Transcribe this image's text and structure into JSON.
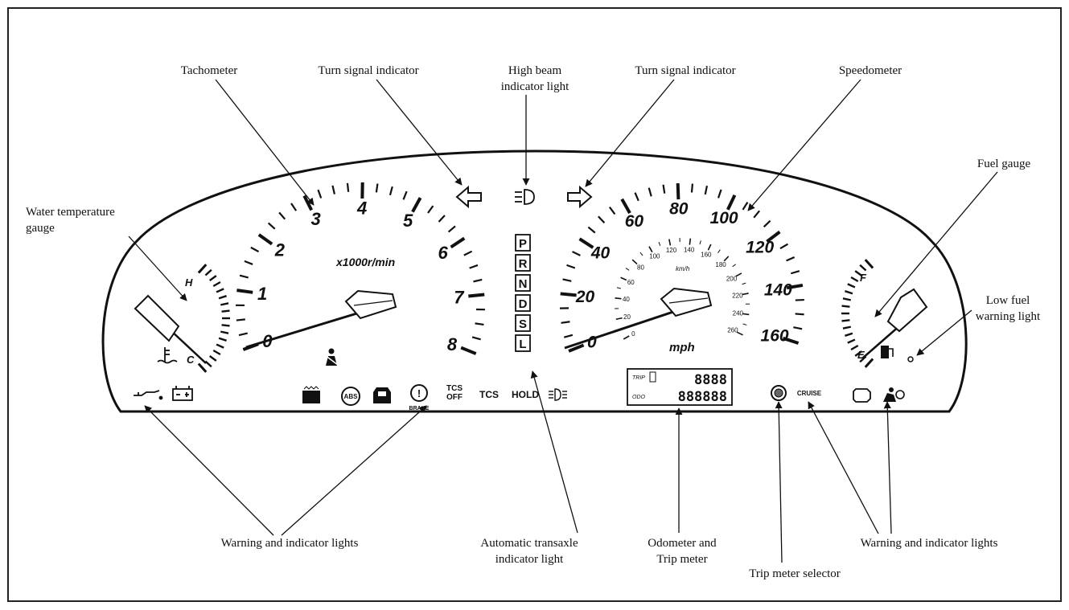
{
  "labels": {
    "tachometer": "Tachometer",
    "turn_left": "Turn signal indicator",
    "high_beam_1": "High beam",
    "high_beam_2": "indicator light",
    "turn_right": "Turn signal indicator",
    "speedometer": "Speedometer",
    "water_temp_1": "Water temperature",
    "water_temp_2": "gauge",
    "fuel_gauge": "Fuel gauge",
    "low_fuel_1": "Low fuel",
    "low_fuel_2": "warning light",
    "warning_left": "Warning and indicator lights",
    "transaxle_1": "Automatic transaxle",
    "transaxle_2": "indicator light",
    "odometer_1": "Odometer and",
    "odometer_2": "Trip meter",
    "trip_selector": "Trip meter selector",
    "warning_right": "Warning and indicator lights"
  },
  "tachometer": {
    "unit": "x1000r/min",
    "numbers": [
      "0",
      "1",
      "2",
      "3",
      "4",
      "5",
      "6",
      "7",
      "8"
    ]
  },
  "speedometer": {
    "unit": "mph",
    "mph_numbers": [
      "0",
      "20",
      "40",
      "60",
      "80",
      "100",
      "120",
      "140",
      "160"
    ],
    "kmh_unit": "km/h",
    "kmh_numbers": [
      "0",
      "20",
      "40",
      "60",
      "80",
      "100",
      "120",
      "140",
      "160",
      "180",
      "200",
      "220",
      "240",
      "260"
    ]
  },
  "temp_gauge": {
    "hot": "H",
    "cold": "C"
  },
  "fuel": {
    "full": "F",
    "empty": "E"
  },
  "gear_positions": [
    "P",
    "R",
    "N",
    "D",
    "S",
    "L"
  ],
  "indicators": {
    "brake": "BRAKE",
    "abs": "ABS",
    "tcs_off_1": "TCS",
    "tcs_off_2": "OFF",
    "tcs": "TCS",
    "hold": "HOLD",
    "cruise": "CRUISE"
  },
  "odometer": {
    "trip_label": "TRIP",
    "trip_value": "8888",
    "odo_label": "ODO",
    "odo_value": "888888"
  }
}
